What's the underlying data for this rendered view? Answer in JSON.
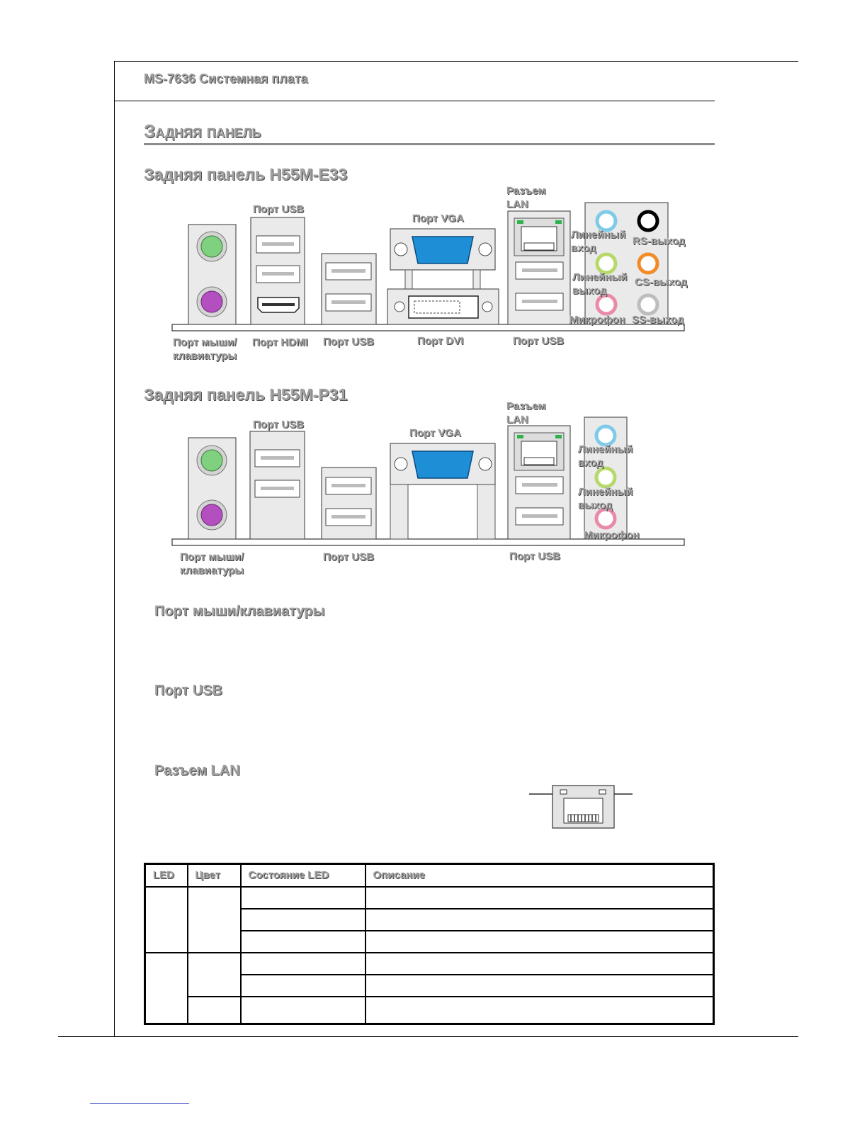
{
  "header": {
    "title": "MS-7636 Системная плата"
  },
  "section": {
    "title": "Задняя панель"
  },
  "panel_e33": {
    "title": "Задняя панель H55M-E33",
    "labels": {
      "usb_top": "Порт USB",
      "vga": "Порт VGA",
      "lan": "Разъем\nLAN",
      "line_in": "Линейный\nвход",
      "line_out": "Линейный\nвыход",
      "mic": "Микрофон",
      "rs_out": "RS-выход",
      "cs_out": "CS-выход",
      "ss_out": "SS-выход",
      "mouse_kbd": "Порт мыши/\nклавиатуры",
      "hdmi": "Порт HDMI",
      "usb_mid": "Порт USB",
      "dvi": "Порт DVI",
      "usb_lan": "Порт USB"
    }
  },
  "panel_p31": {
    "title": "Задняя панель H55M-P31",
    "labels": {
      "usb_top": "Порт USB",
      "vga": "Порт VGA",
      "lan": "Разъем\nLAN",
      "line_in": "Линейный\nвход",
      "line_out": "Линейный\nвыход",
      "mic": "Микрофон",
      "mouse_kbd": "Порт мыши/\nклавиатуры",
      "usb_mid": "Порт USB",
      "usb_lan": "Порт USB"
    }
  },
  "subsections": {
    "mouse": "Порт мыши/клавиатуры",
    "usb": "Порт USB",
    "lan": "Разъем LAN"
  },
  "table": {
    "headers": [
      "LED",
      "Цвет",
      "Состояние LED",
      "Описание"
    ]
  },
  "colors": {
    "ps2_mouse": "#7fd07f",
    "ps2_kbd": "#b44fc0",
    "vga_blue": "#1e8fd6",
    "line_in": "#7ecbe8",
    "line_out": "#b6d96a",
    "mic": "#e98aa6",
    "rs_out": "#000000",
    "cs_out": "#f28c28",
    "ss_out": "#bdbdbd",
    "lan_led": "#2db34a"
  }
}
